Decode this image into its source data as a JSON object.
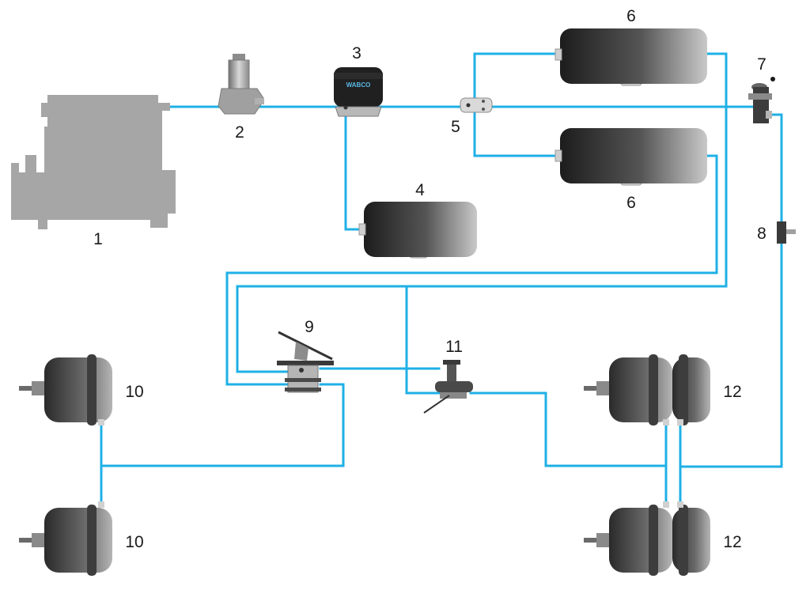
{
  "diagram": {
    "labels": {
      "engine": "1",
      "pressure_regulator": "2",
      "air_dryer": "3",
      "regen_tank": "4",
      "protection_valve": "5",
      "tank_top": "6",
      "tank_bottom": "6",
      "parking_valve": "7",
      "relay_valve": "8",
      "foot_brake_valve": "9",
      "front_chamber_top": "10",
      "front_chamber_bottom": "10",
      "hand_brake_valve": "11",
      "rear_chamber_top": "12",
      "rear_chamber_bottom": "12"
    },
    "dryer_brand": "WABCO",
    "colors": {
      "pipe": "#1fb0e6",
      "engine": "#a6a6a6",
      "component_dark": "#2e2e2e",
      "component_light": "#c8c8c8"
    }
  }
}
